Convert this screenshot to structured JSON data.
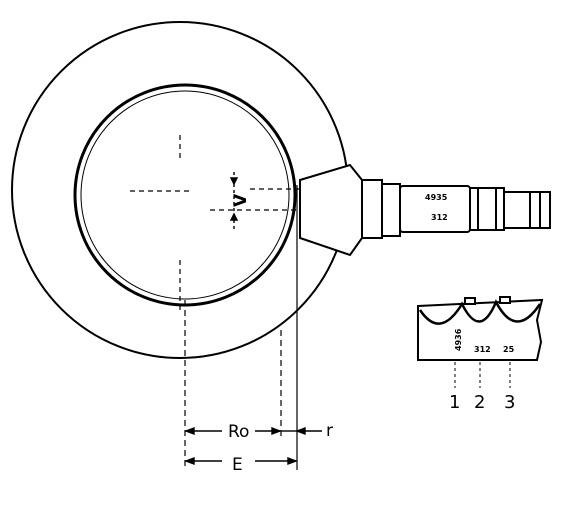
{
  "diagram": {
    "pinion_marking": {
      "line1": "4935",
      "line2": "312"
    },
    "dimension_labels": {
      "offset": "V",
      "ring_radius": "Ro",
      "pinion_radius": "r",
      "distance": "E"
    },
    "tooth_markings": {
      "first": "4936",
      "second": "312",
      "third": "25"
    },
    "legend_numbers": [
      "1",
      "2",
      "3"
    ]
  }
}
